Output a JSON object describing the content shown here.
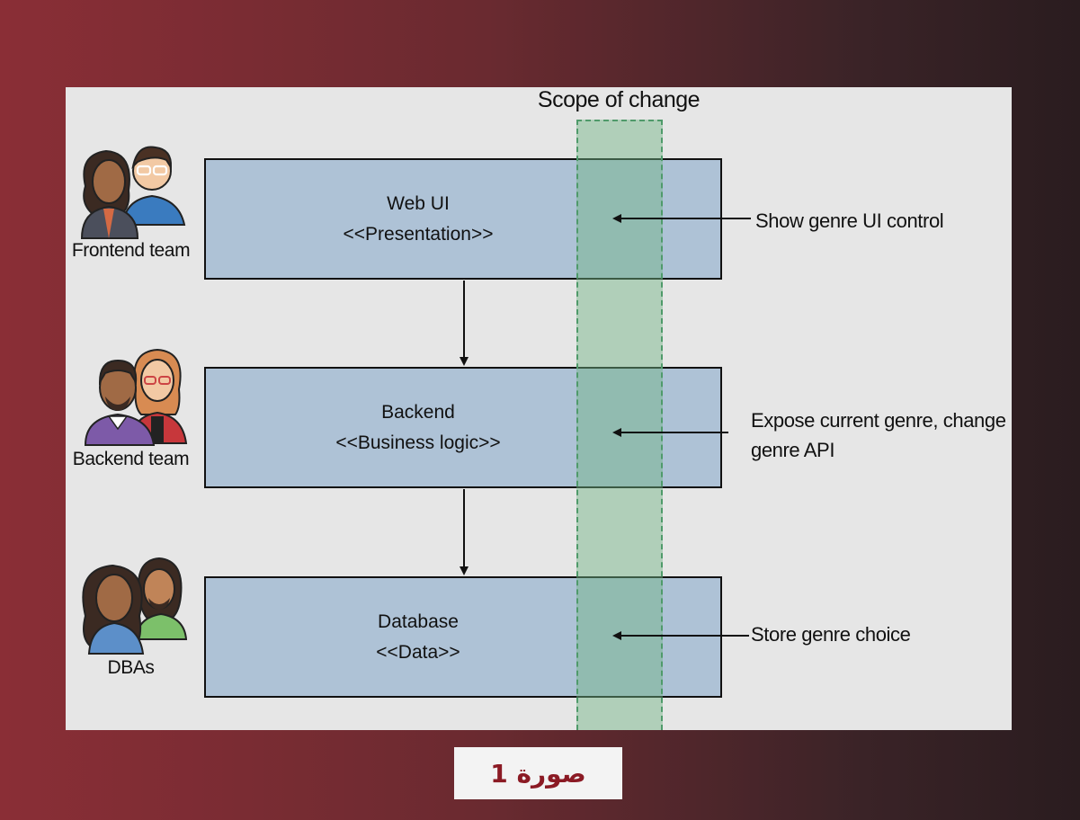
{
  "scope": {
    "title": "Scope of change"
  },
  "layers": [
    {
      "name": "Web UI",
      "stereotype": "<<Presentation>>",
      "team": "Frontend team",
      "note": [
        "Show genre UI control"
      ]
    },
    {
      "name": "Backend",
      "stereotype": "<<Business logic>>",
      "team": "Backend team",
      "note": [
        "Expose current genre, change",
        "genre API"
      ]
    },
    {
      "name": "Database",
      "stereotype": "<<Data>>",
      "team": "DBAs",
      "note": [
        "Store genre choice"
      ]
    }
  ],
  "caption": "صورة 1",
  "colors": {
    "box_fill": "#aec2d6",
    "scope_fill": "#8fc79f",
    "background_left": "#8a2e36",
    "background_right": "#2a1c1f",
    "caption_text": "#8b1a24"
  },
  "icons": [
    "people-icon"
  ]
}
